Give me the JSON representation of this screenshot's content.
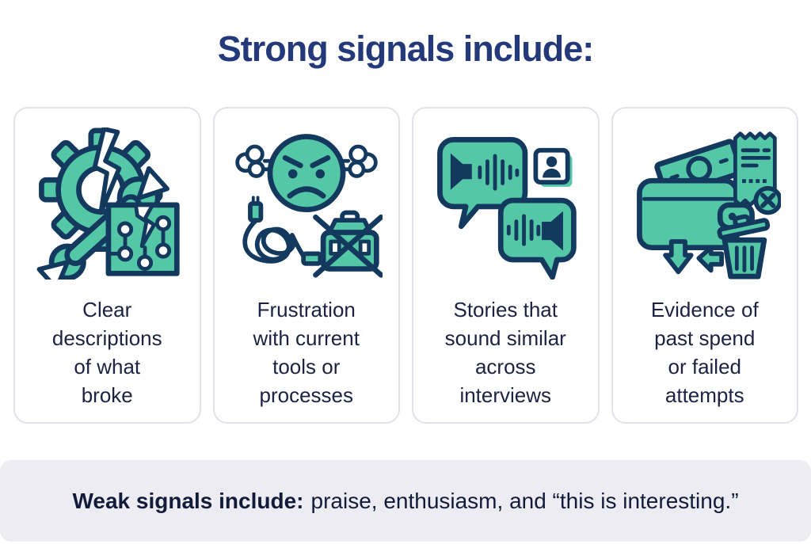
{
  "title": "Strong signals include:",
  "cards": [
    {
      "icon": "broken-gear-wrench-circuit-icon",
      "label": "Clear\ndescriptions\nof what\nbroke"
    },
    {
      "icon": "angry-face-tangled-cable-toolbox-icon",
      "label": "Frustration\nwith current\ntools or\nprocesses"
    },
    {
      "icon": "speech-bubbles-waveform-icon",
      "label": "Stories that\nsound similar\nacross\ninterviews"
    },
    {
      "icon": "wallet-receipt-trash-icon",
      "label": "Evidence of\npast spend\nor failed\nattempts"
    }
  ],
  "footer": {
    "bold": "Weak signals include:",
    "rest": "praise, enthusiasm, and “this is interesting.”"
  },
  "colors": {
    "accent_teal": "#54C7A6",
    "outline_navy": "#14395F",
    "title_navy": "#24397A",
    "text_navy": "#1B2242",
    "card_border": "#DFE3E9",
    "footer_bg": "#ECECF2"
  }
}
